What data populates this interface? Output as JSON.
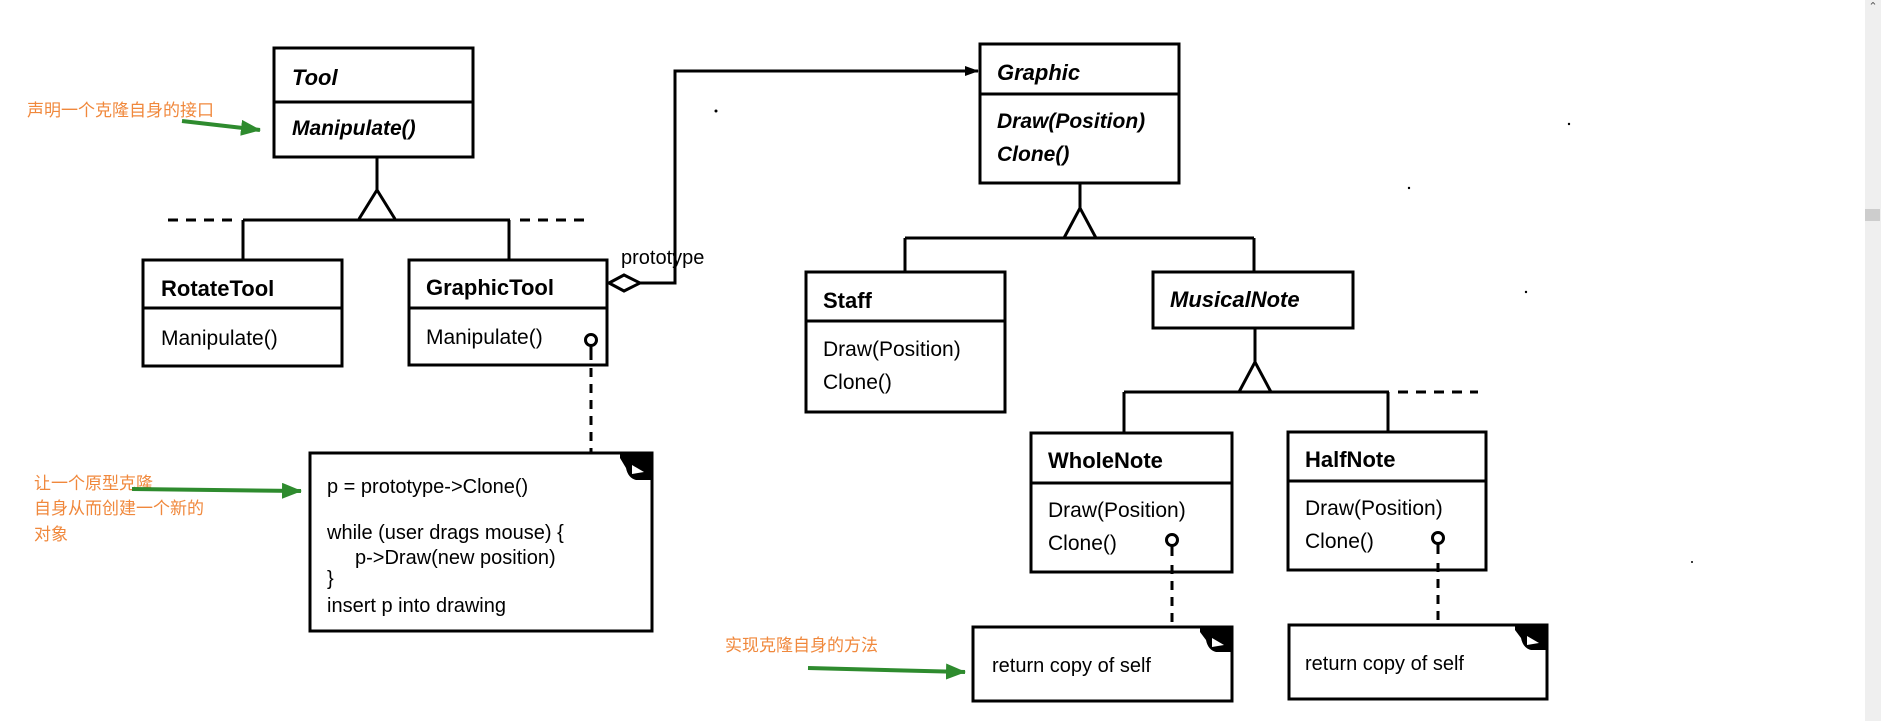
{
  "diagram": {
    "title": "Prototype pattern class diagram",
    "classes": {
      "tool": {
        "name": "Tool",
        "abstract": true,
        "operations": [
          "Manipulate()"
        ]
      },
      "rotate_tool": {
        "name": "RotateTool",
        "abstract": false,
        "operations": [
          "Manipulate()"
        ]
      },
      "graphic_tool": {
        "name": "GraphicTool",
        "abstract": false,
        "operations": [
          "Manipulate()"
        ]
      },
      "graphic": {
        "name": "Graphic",
        "abstract": true,
        "operations": [
          "Draw(Position)",
          "Clone()"
        ]
      },
      "staff": {
        "name": "Staff",
        "abstract": false,
        "operations": [
          "Draw(Position)",
          "Clone()"
        ]
      },
      "musical_note": {
        "name": "MusicalNote",
        "abstract": true,
        "operations": []
      },
      "whole_note": {
        "name": "WholeNote",
        "abstract": false,
        "operations": [
          "Draw(Position)",
          "Clone()"
        ]
      },
      "half_note": {
        "name": "HalfNote",
        "abstract": false,
        "operations": [
          "Draw(Position)",
          "Clone()"
        ]
      }
    },
    "association": {
      "role": "prototype",
      "from": "GraphicTool",
      "to": "Graphic",
      "kind": "aggregation"
    },
    "notes": {
      "manipulate": [
        "p = prototype->Clone()",
        "",
        "while (user drags mouse) {",
        "    p->Draw(new position)",
        "}",
        "insert p into drawing"
      ],
      "whole_clone": [
        "return copy of self"
      ],
      "half_clone": [
        "return copy of self"
      ]
    }
  },
  "annotations": {
    "clone_interface": "声明一个克隆自身的接口",
    "clone_request": [
      "让一个原型克隆",
      "自身从而创建一个新的",
      "对象"
    ],
    "clone_impl": "实现克隆自身的方法",
    "text_color": "#f0883c",
    "arrow_color": "#2e8b2e"
  },
  "scrollbar": {
    "up_icon": "⌃"
  }
}
